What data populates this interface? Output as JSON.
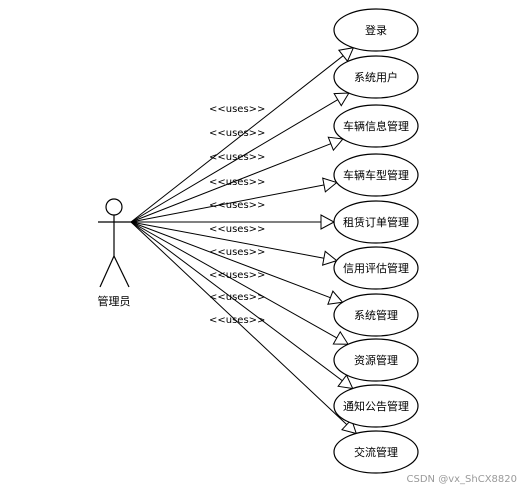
{
  "actor": {
    "label": "管理员"
  },
  "stereotype": "<<uses>>",
  "use_cases": [
    {
      "label": "登录"
    },
    {
      "label": "系统用户"
    },
    {
      "label": "车辆信息管理"
    },
    {
      "label": "车辆车型管理"
    },
    {
      "label": "租赁订单管理"
    },
    {
      "label": "信用评估管理"
    },
    {
      "label": "系统管理"
    },
    {
      "label": "资源管理"
    },
    {
      "label": "通知公告管理"
    },
    {
      "label": "交流管理"
    }
  ],
  "watermark": "CSDN @vx_ShCX8820"
}
